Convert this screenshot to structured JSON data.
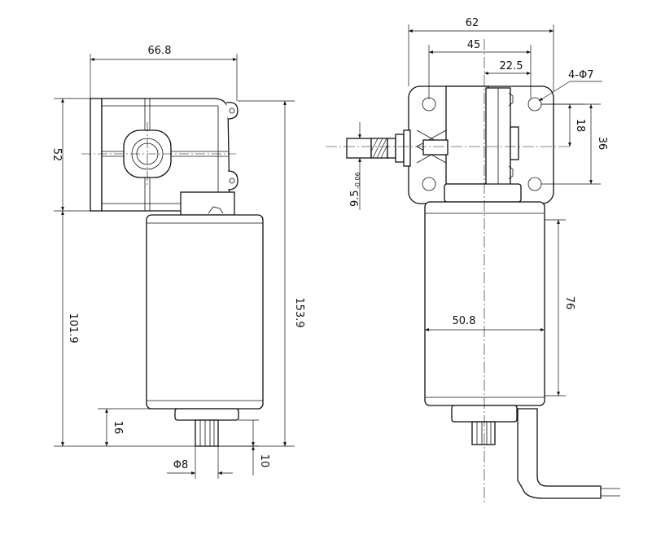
{
  "dimensions": {
    "left_width": "66.8",
    "left_gearbox_height": "52",
    "left_lower_height": "101.9",
    "left_total_height": "153.9",
    "left_shaft_length": "16",
    "left_shaft_diameter": "Φ8",
    "left_shaft_offset": "10",
    "right_width_total": "62",
    "right_width_mid": "45",
    "right_width_half": "22.5",
    "right_holes": "4-Φ7",
    "right_hole_spacing_small": "18",
    "right_hole_spacing_large": "36",
    "right_shaft_dia_main": "9.5",
    "right_shaft_dia_tol": "-0.06",
    "right_motor_length": "76",
    "right_motor_diameter": "50.8"
  }
}
